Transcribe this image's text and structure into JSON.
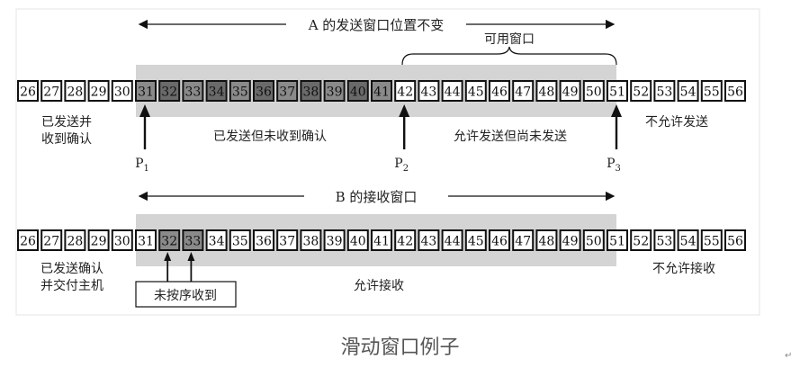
{
  "top": {
    "title": "A 的发送窗口位置不变",
    "available_window_label": "可用窗口",
    "sequence_numbers": [
      26,
      27,
      28,
      29,
      30,
      31,
      32,
      33,
      34,
      35,
      36,
      37,
      38,
      39,
      40,
      41,
      42,
      43,
      44,
      45,
      46,
      47,
      48,
      49,
      50,
      51,
      52,
      53,
      54,
      55,
      56
    ],
    "sent_unacked_numbers": [
      31,
      32,
      33,
      34,
      35,
      36,
      37,
      38,
      39,
      40,
      41
    ],
    "region_labels": {
      "sent_acked_line1": "已发送并",
      "sent_acked_line2": "收到确认",
      "sent_unacked": "已发送但未收到确认",
      "allowed_unsent": "允许发送但尚未发送",
      "not_allowed": "不允许发送"
    },
    "pointers": [
      {
        "name": "P",
        "sub": "1",
        "at": 31
      },
      {
        "name": "P",
        "sub": "2",
        "at": 42
      },
      {
        "name": "P",
        "sub": "3",
        "at": 51
      }
    ]
  },
  "bottom": {
    "title": "B 的接收窗口",
    "sequence_numbers": [
      26,
      27,
      28,
      29,
      30,
      31,
      32,
      33,
      34,
      35,
      36,
      37,
      38,
      39,
      40,
      41,
      42,
      43,
      44,
      45,
      46,
      47,
      48,
      49,
      50,
      51,
      52,
      53,
      54,
      55,
      56
    ],
    "received_out_of_order": [
      32,
      33
    ],
    "region_labels": {
      "acked_delivered_line1": "已发送确认",
      "acked_delivered_line2": "并交付主机",
      "allowed_receive": "允许接收",
      "not_allowed": "不允许接收"
    },
    "out_of_order_label": "未按序收到"
  },
  "caption": "滑动窗口例子",
  "colors": {
    "window_bg": "#d4d4d4",
    "sent_box_fill": "#8a8a8a",
    "sent_box_fill_dark": "#6a6a6a",
    "box_fill": "#ffffff",
    "stroke": "#111111",
    "text": "#222222"
  }
}
